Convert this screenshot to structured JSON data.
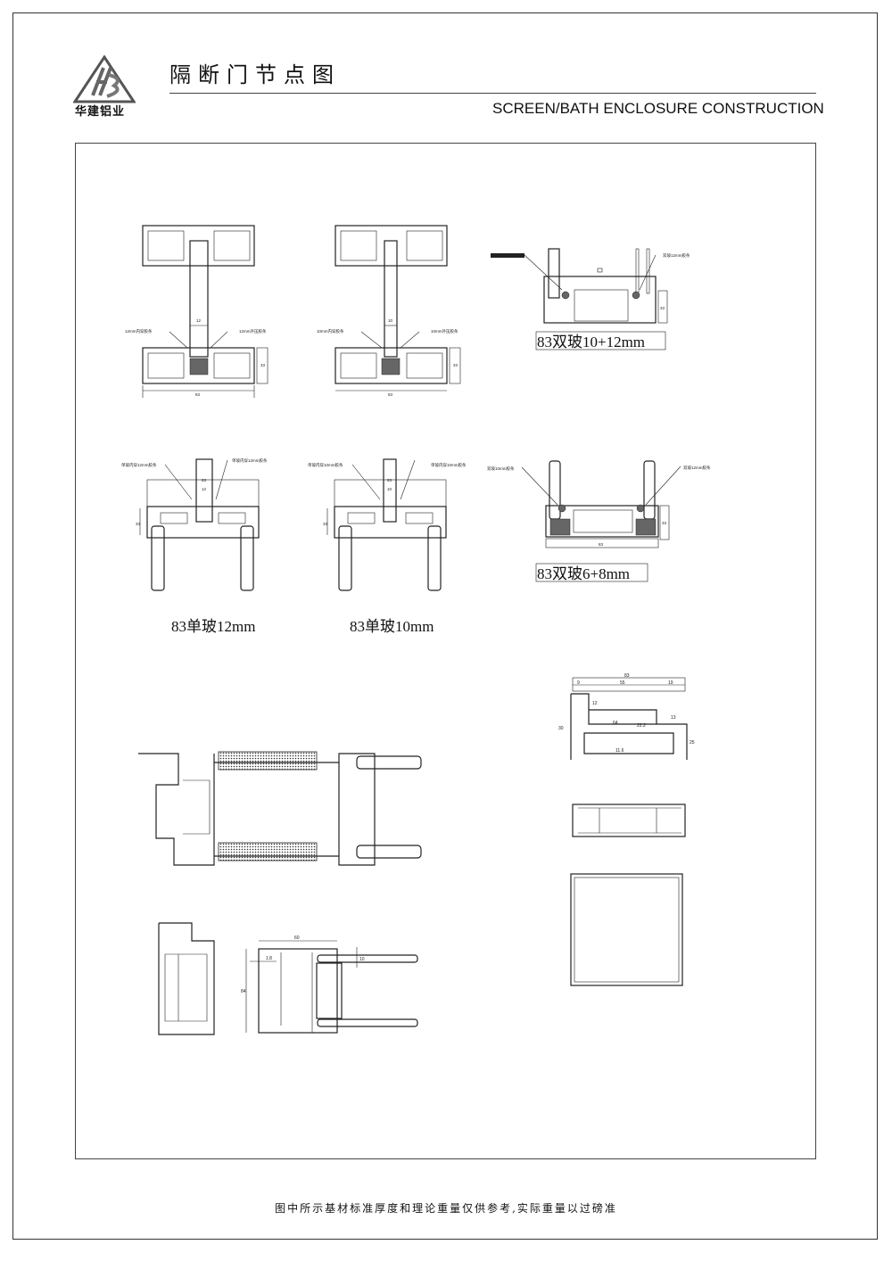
{
  "header": {
    "logo_text": "华建铝业",
    "title_cn": "隔断门节点图",
    "title_en": "SCREEN/BATH ENCLOSURE  CONSTRUCTION"
  },
  "drawings": {
    "d1": {
      "glass": "12",
      "label_left": "12mm内穿胶条",
      "label_right": "12mm外压胶条",
      "width": "83",
      "height": "33"
    },
    "d2": {
      "glass": "10",
      "label_left": "10mm内穿胶条",
      "label_right": "10mm外压胶条",
      "width": "83",
      "height": "33"
    },
    "d3": {
      "label_right": "双玻12mm胶条",
      "height": "33",
      "caption": "83双玻10+12mm"
    },
    "d4": {
      "label_left": "单玻内穿12mm胶条",
      "label_right": "单玻内穿12mm胶条",
      "dim_top": "83",
      "glass": "12",
      "height": "33",
      "caption": "83单玻12mm"
    },
    "d5": {
      "label_left": "单玻内穿10mm胶条",
      "label_right": "单玻内穿10mm胶条",
      "dim_top": "83",
      "glass": "10",
      "height": "33",
      "caption": "83单玻10mm"
    },
    "d6": {
      "label_left": "双玻10mm胶条",
      "label_right": "双玻12mm胶条",
      "width": "83",
      "height": "33",
      "caption": "83双玻6+8mm"
    },
    "d7": {
      "total": "83",
      "d_a": "9",
      "d_b": "55",
      "d_c": "19",
      "d_d": "12",
      "d_e": "64",
      "d_f": "22.2",
      "d_g": "13",
      "d_h": "30",
      "d_i": "25",
      "d_j": "11.6"
    },
    "d8": {
      "width": "60",
      "wall": "1.8",
      "height": "84",
      "glass": "10"
    }
  },
  "footer": {
    "note": "图中所示基材标准厚度和理论重量仅供参考,实际重量以过磅准"
  }
}
